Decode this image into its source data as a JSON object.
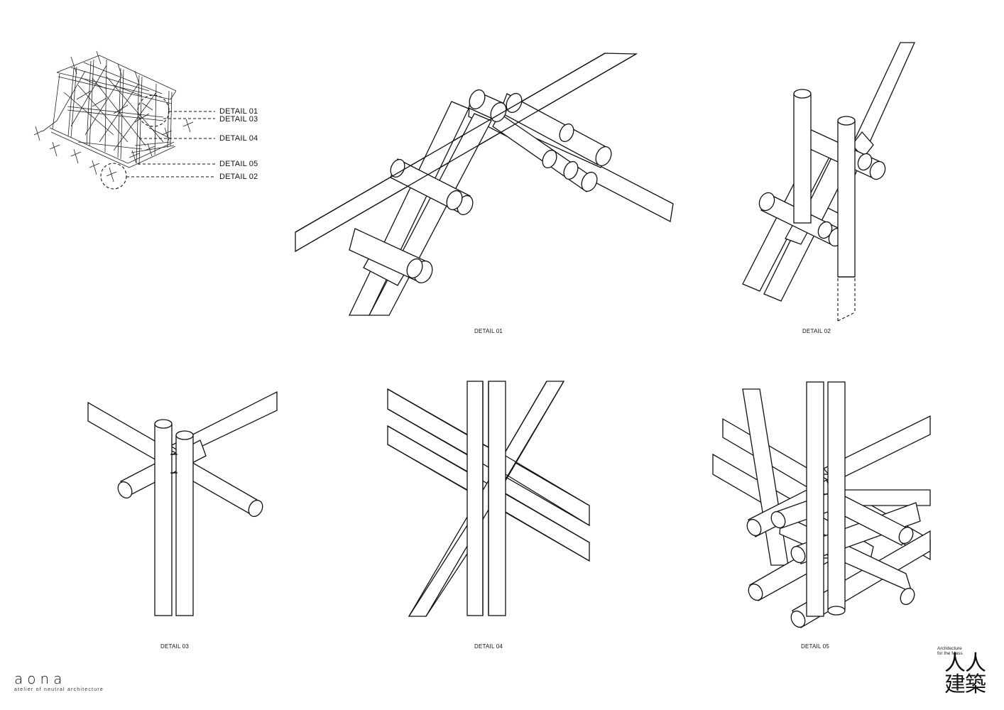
{
  "callouts": [
    "DETAIL 01",
    "DETAIL 03",
    "DETAIL 04",
    "DETAIL 05",
    "DETAIL 02"
  ],
  "captions": {
    "d01": "DETAIL 01",
    "d02": "DETAIL 02",
    "d03": "DETAIL 03",
    "d04": "DETAIL 04",
    "d05": "DETAIL 05"
  },
  "brand": {
    "wordmark": "aona",
    "tagline": "atelier of neutral architecture"
  },
  "partner": {
    "english": "Architecture for the Mass",
    "chinese": "人人建築"
  }
}
